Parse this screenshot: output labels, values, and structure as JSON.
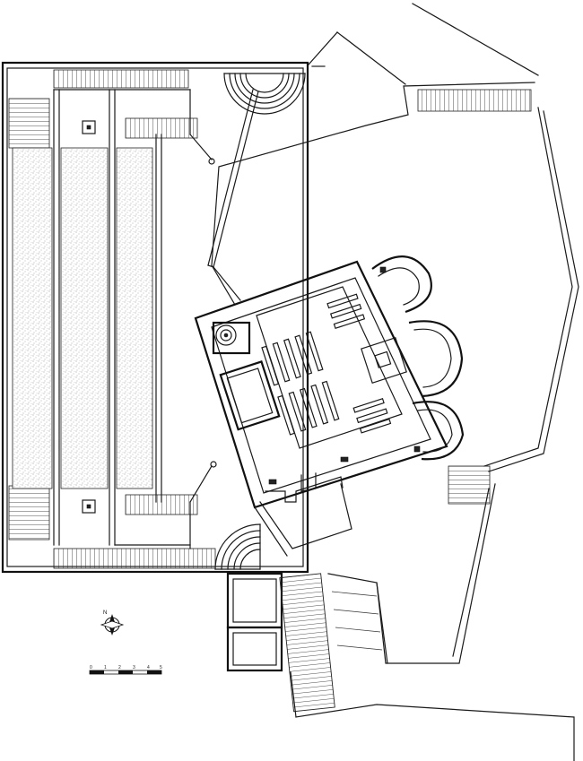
{
  "drawing": {
    "north_label": "N",
    "scale_labels": [
      "0",
      "1",
      "2",
      "3",
      "4",
      "5"
    ]
  },
  "colors": {
    "ink": "#1a1a1a",
    "paper": "#ffffff",
    "stipple": "#9a9a9a"
  },
  "icons": [
    "north-arrow-icon"
  ]
}
